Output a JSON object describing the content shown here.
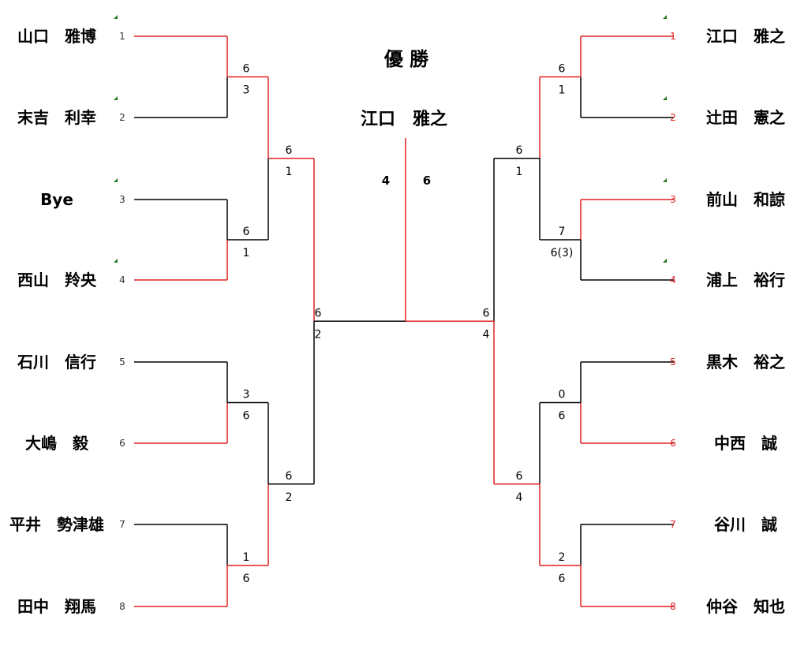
{
  "title": "優 勝",
  "champion": "江口　雅之",
  "final_score": {
    "left": "4",
    "right": "6"
  },
  "colors": {
    "win": "#e02020",
    "line": "#000000",
    "seed_right": "#e02020",
    "seed_left": "#333333",
    "flag": "#1a7a1a"
  },
  "left_players": [
    {
      "name": "山口　雅博",
      "seed": "1",
      "flag": true
    },
    {
      "name": "末吉　利幸",
      "seed": "2",
      "flag": true
    },
    {
      "name": "Bye",
      "seed": "3",
      "flag": true
    },
    {
      "name": "西山　羚央",
      "seed": "4",
      "flag": true
    },
    {
      "name": "石川　信行",
      "seed": "5",
      "flag": false
    },
    {
      "name": "大嶋　毅",
      "seed": "6",
      "flag": false
    },
    {
      "name": "平井　勢津雄",
      "seed": "7",
      "flag": false
    },
    {
      "name": "田中　翔馬",
      "seed": "8",
      "flag": false
    }
  ],
  "right_players": [
    {
      "name": "江口　雅之",
      "seed": "1",
      "flag": true
    },
    {
      "name": "辻田　憲之",
      "seed": "2",
      "flag": true
    },
    {
      "name": "前山　和諒",
      "seed": "3",
      "flag": true
    },
    {
      "name": "浦上　裕行",
      "seed": "4",
      "flag": true
    },
    {
      "name": "黒木　裕之",
      "seed": "5",
      "flag": false
    },
    {
      "name": "中西　誠",
      "seed": "6",
      "flag": false
    },
    {
      "name": "谷川　誠",
      "seed": "7",
      "flag": false
    },
    {
      "name": "仲谷　知也",
      "seed": "8",
      "flag": false
    }
  ],
  "left_scores": {
    "r1": [
      [
        "6",
        "3"
      ],
      [
        "6",
        "1"
      ],
      [
        "3",
        "6"
      ],
      [
        "1",
        "6"
      ]
    ],
    "r2": [
      [
        "6",
        "1"
      ],
      [
        "6",
        "2"
      ]
    ],
    "sf": [
      "6",
      "2"
    ]
  },
  "right_scores": {
    "r1": [
      [
        "6",
        "1"
      ],
      [
        "7",
        "6(3)"
      ],
      [
        "0",
        "6"
      ],
      [
        "2",
        "6"
      ]
    ],
    "r2": [
      [
        "6",
        "1"
      ],
      [
        "6",
        "4"
      ]
    ],
    "sf": [
      "6",
      "4"
    ]
  },
  "left_winners": {
    "r1": [
      0,
      1,
      1,
      1
    ],
    "r2": [
      0,
      1
    ],
    "sf": 0
  },
  "right_winners": {
    "r1": [
      0,
      0,
      1,
      1
    ],
    "r2": [
      0,
      1
    ],
    "sf": 1
  }
}
